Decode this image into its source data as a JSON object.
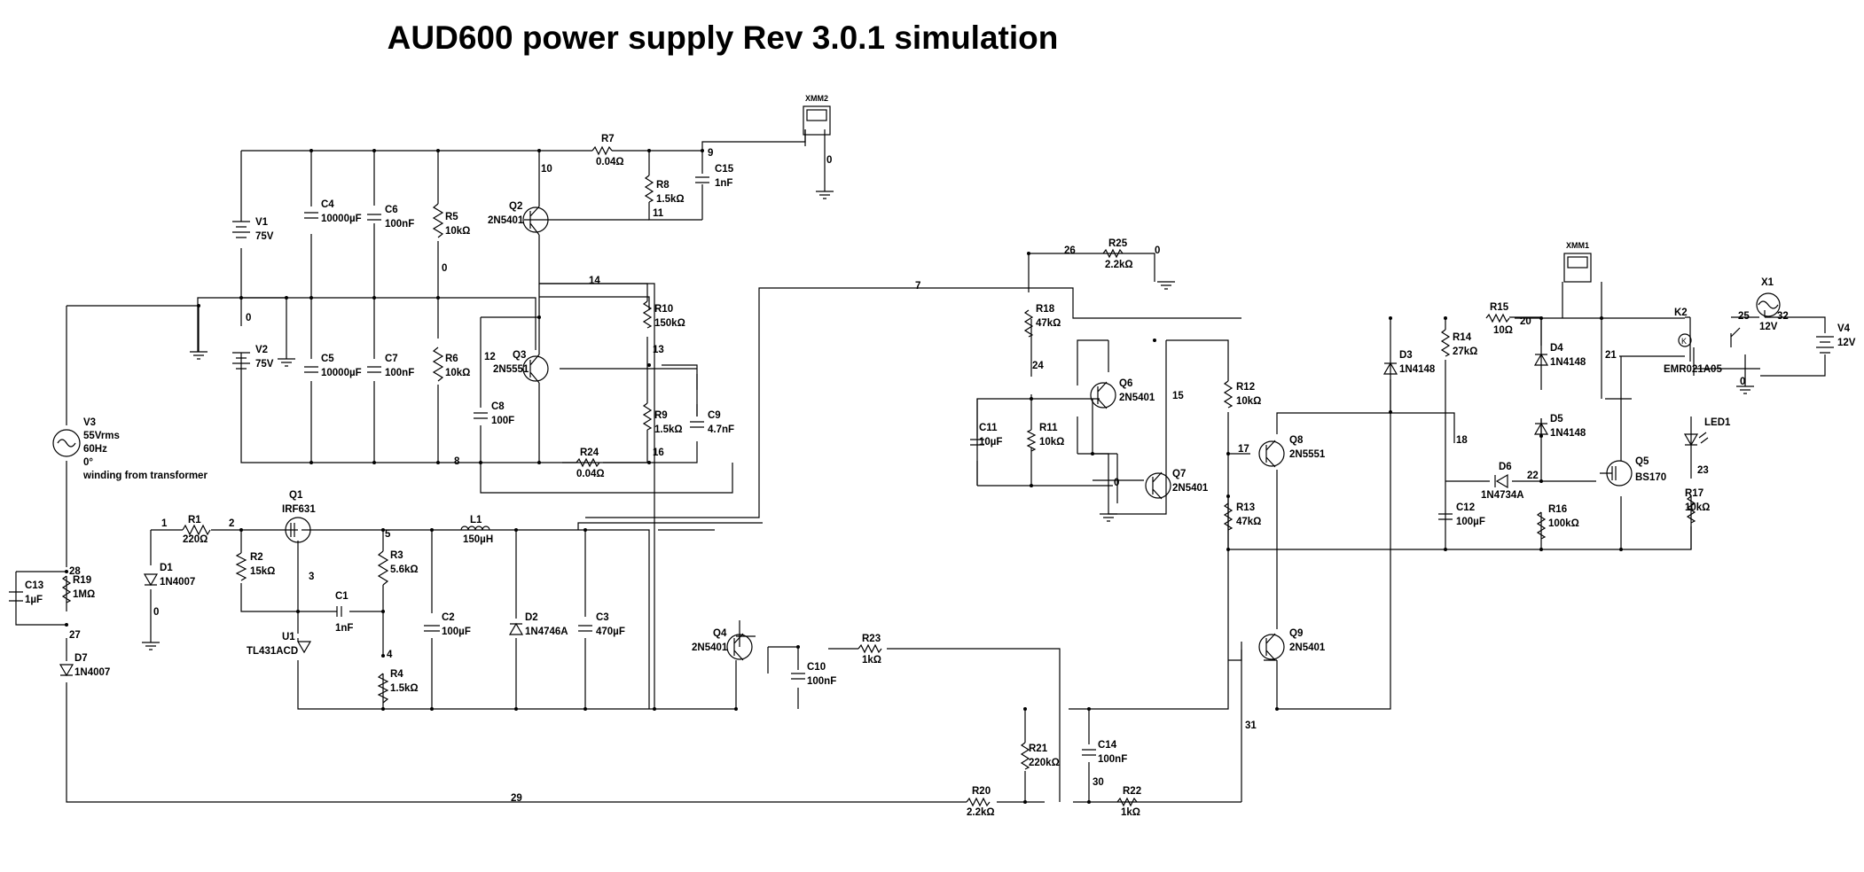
{
  "title": "AUD600 power supply Rev 3.0.1 simulation",
  "components": [
    {
      "id": "V1",
      "label": "V1",
      "value": "75V"
    },
    {
      "id": "V2",
      "label": "V2",
      "value": "75V"
    },
    {
      "id": "V3",
      "label": "V3",
      "value": "55Vrms",
      "value2": "60Hz",
      "value3": "0°",
      "value4": "winding from transformer"
    },
    {
      "id": "V4",
      "label": "V4",
      "value": "12V"
    },
    {
      "id": "C1",
      "label": "C1",
      "value": "1nF"
    },
    {
      "id": "C2",
      "label": "C2",
      "value": "100µF"
    },
    {
      "id": "C3",
      "label": "C3",
      "value": "470µF"
    },
    {
      "id": "C4",
      "label": "C4",
      "value": "10000µF"
    },
    {
      "id": "C5",
      "label": "C5",
      "value": "10000µF"
    },
    {
      "id": "C6",
      "label": "C6",
      "value": "100nF"
    },
    {
      "id": "C7",
      "label": "C7",
      "value": "100nF"
    },
    {
      "id": "C8",
      "label": "C8",
      "value": "100F"
    },
    {
      "id": "C9",
      "label": "C9",
      "value": "4.7nF"
    },
    {
      "id": "C10",
      "label": "C10",
      "value": "100nF"
    },
    {
      "id": "C11",
      "label": "C11",
      "value": "10µF"
    },
    {
      "id": "C12",
      "label": "C12",
      "value": "100µF"
    },
    {
      "id": "C13",
      "label": "C13",
      "value": "1µF"
    },
    {
      "id": "C14",
      "label": "C14",
      "value": "100nF"
    },
    {
      "id": "C15",
      "label": "C15",
      "value": "1nF"
    },
    {
      "id": "R1",
      "label": "R1",
      "value": "220Ω"
    },
    {
      "id": "R2",
      "label": "R2",
      "value": "15kΩ"
    },
    {
      "id": "R3",
      "label": "R3",
      "value": "5.6kΩ"
    },
    {
      "id": "R4",
      "label": "R4",
      "value": "1.5kΩ"
    },
    {
      "id": "R5",
      "label": "R5",
      "value": "10kΩ"
    },
    {
      "id": "R6",
      "label": "R6",
      "value": "10kΩ"
    },
    {
      "id": "R7",
      "label": "R7",
      "value": "0.04Ω"
    },
    {
      "id": "R8",
      "label": "R8",
      "value": "1.5kΩ"
    },
    {
      "id": "R9",
      "label": "R9",
      "value": "1.5kΩ"
    },
    {
      "id": "R10",
      "label": "R10",
      "value": "150kΩ"
    },
    {
      "id": "R11",
      "label": "R11",
      "value": "10kΩ"
    },
    {
      "id": "R12",
      "label": "R12",
      "value": "10kΩ"
    },
    {
      "id": "R13",
      "label": "R13",
      "value": "47kΩ"
    },
    {
      "id": "R14",
      "label": "R14",
      "value": "27kΩ"
    },
    {
      "id": "R15",
      "label": "R15",
      "value": "10Ω"
    },
    {
      "id": "R16",
      "label": "R16",
      "value": "100kΩ"
    },
    {
      "id": "R17",
      "label": "R17",
      "value": "10kΩ"
    },
    {
      "id": "R18",
      "label": "R18",
      "value": "47kΩ"
    },
    {
      "id": "R19",
      "label": "R19",
      "value": "1MΩ"
    },
    {
      "id": "R20",
      "label": "R20",
      "value": "2.2kΩ"
    },
    {
      "id": "R21",
      "label": "R21",
      "value": "220kΩ"
    },
    {
      "id": "R22",
      "label": "R22",
      "value": "1kΩ"
    },
    {
      "id": "R23",
      "label": "R23",
      "value": "1kΩ"
    },
    {
      "id": "R24",
      "label": "R24",
      "value": "0.04Ω"
    },
    {
      "id": "R25",
      "label": "R25",
      "value": "2.2kΩ"
    },
    {
      "id": "L1",
      "label": "L1",
      "value": "150µH"
    },
    {
      "id": "D1",
      "label": "D1",
      "value": "1N4007"
    },
    {
      "id": "D2",
      "label": "D2",
      "value": "1N4746A"
    },
    {
      "id": "D3",
      "label": "D3",
      "value": "1N4148"
    },
    {
      "id": "D4",
      "label": "D4",
      "value": "1N4148"
    },
    {
      "id": "D5",
      "label": "D5",
      "value": "1N4148"
    },
    {
      "id": "D6",
      "label": "D6",
      "value": "1N4734A"
    },
    {
      "id": "D7",
      "label": "D7",
      "value": "1N4007"
    },
    {
      "id": "LED1",
      "label": "LED1"
    },
    {
      "id": "Q1",
      "label": "Q1",
      "value": "IRF631"
    },
    {
      "id": "Q2",
      "label": "Q2",
      "value": "2N5401"
    },
    {
      "id": "Q3",
      "label": "Q3",
      "value": "2N5551"
    },
    {
      "id": "Q4",
      "label": "Q4",
      "value": "2N5401"
    },
    {
      "id": "Q5",
      "label": "Q5",
      "value": "BS170"
    },
    {
      "id": "Q6",
      "label": "Q6",
      "value": "2N5401"
    },
    {
      "id": "Q7",
      "label": "Q7",
      "value": "2N5401"
    },
    {
      "id": "Q8",
      "label": "Q8",
      "value": "2N5551"
    },
    {
      "id": "Q9",
      "label": "Q9",
      "value": "2N5401"
    },
    {
      "id": "U1",
      "label": "U1",
      "value": "TL431ACD"
    },
    {
      "id": "K2",
      "label": "K2",
      "value": "EMR021A05"
    },
    {
      "id": "X1",
      "label": "X1",
      "value": "12V"
    },
    {
      "id": "XMM1",
      "label": "XMM1"
    },
    {
      "id": "XMM2",
      "label": "XMM2"
    }
  ],
  "nodes": [
    "0",
    "1",
    "2",
    "3",
    "4",
    "5",
    "7",
    "8",
    "9",
    "10",
    "11",
    "12",
    "13",
    "14",
    "15",
    "16",
    "17",
    "18",
    "20",
    "21",
    "22",
    "23",
    "24",
    "25",
    "26",
    "27",
    "28",
    "29",
    "30",
    "31",
    "32"
  ]
}
